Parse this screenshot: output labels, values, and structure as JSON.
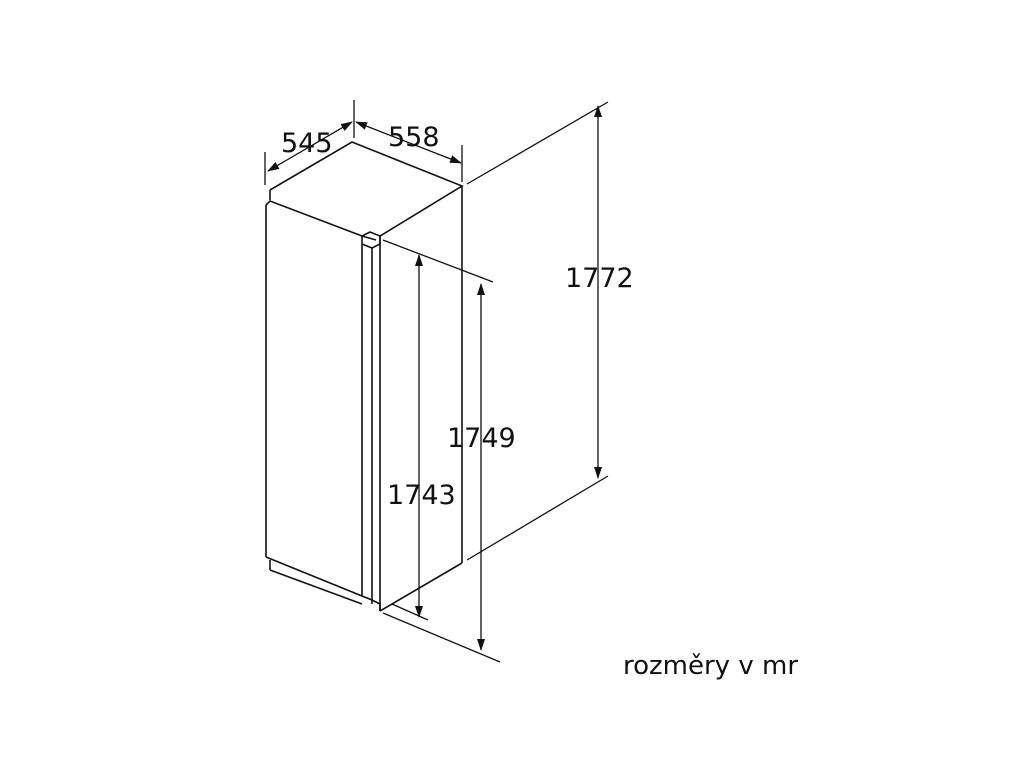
{
  "dimensions": {
    "depth": "545",
    "width": "558",
    "total_height": "1772",
    "niche_height": "1749",
    "door_height": "1743"
  },
  "caption": "rozměry v mr",
  "line_color": "#111111",
  "background": "#ffffff"
}
